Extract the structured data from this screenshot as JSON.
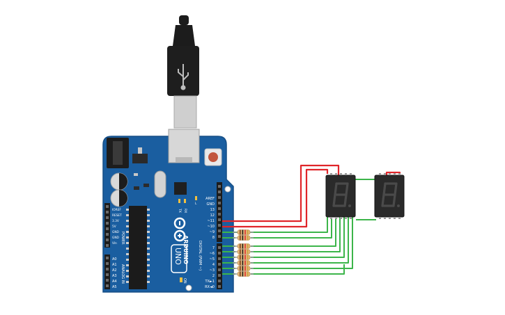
{
  "board": {
    "brand": "ARDUINO",
    "model": "UNO",
    "on_label": "ON",
    "tx_label": "TX",
    "rx_label": "RX",
    "l_label": "L",
    "power_title": "POWER",
    "analog_title": "ANALOG IN",
    "digital_title": "DIGITAL (PWM ~)",
    "power_pins": [
      "IOREF",
      "RESET",
      "3.3V",
      "5V",
      "GND",
      "GND",
      "Vin"
    ],
    "analog_pins": [
      "A0",
      "A1",
      "A2",
      "A3",
      "A4",
      "A5"
    ],
    "top_digital_pins": [
      "AREF",
      "GND",
      "13",
      "12",
      "~11",
      "~10",
      "~9",
      "8"
    ],
    "bottom_digital_pins": [
      "7",
      "~6",
      "~5",
      "4",
      "~3",
      "2",
      "TX►1",
      "RX◄0"
    ]
  },
  "displays": [
    {
      "digits": "8.",
      "segment_color": "#4a4a4a"
    },
    {
      "digits": "8.",
      "segment_color": "#4a4a4a"
    }
  ],
  "resistor_count": 8,
  "wire_colors": {
    "red": "#e0252a",
    "green": "#3cb54a"
  },
  "board_color": "#1a5ea0",
  "usb_cable_color": "#1c1c1c"
}
